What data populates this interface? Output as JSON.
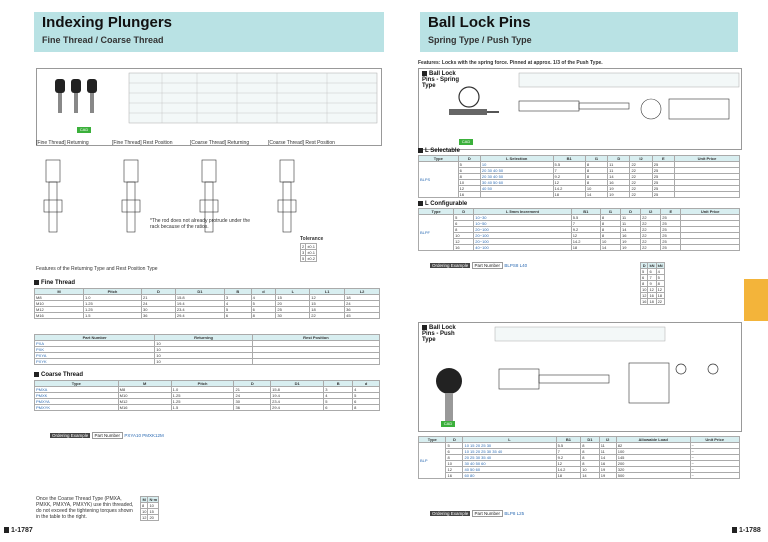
{
  "left_header": {
    "title": "Indexing Plungers",
    "subtitle": "Fine Thread / Coarse Thread"
  },
  "right_header": {
    "title": "Ball Lock Pins",
    "subtitle": "Spring Type / Push Type"
  },
  "features": "Features: Locks with the spring force. Pinned at approx. 1/3 of the Push Type.",
  "sections": {
    "fine_thread": "Fine Thread",
    "coarse_thread": "Coarse Thread",
    "selectable": "L Selectable",
    "configurable": "L Configurable",
    "spring_type": "Ball Lock Pins - Spring Type",
    "push_type": "Ball Lock Pins - Push Type"
  },
  "drawing_labels": [
    "[Fine Thread] Returning",
    "[Fine Thread] Rest Position",
    "[Coarse Thread] Returning",
    "[Coarse Thread] Rest Position"
  ],
  "notes": {
    "note1": "*The rod does not already protrude under the rack because of the ratios.",
    "note2": "Features of the Returning Type and Rest Position Type",
    "note3": "Once the Coarse Thread Type (PMXA, PMXK, PMXYA, PMXYK) use thin threaded, do not exceed the tightening torques shown in the table to the right.",
    "tolerance": "Tolerance"
  },
  "spring_selectable": {
    "part_type": "BLPS",
    "header": [
      "D",
      "L Selection",
      "B1",
      "l1",
      "D",
      "l2",
      "E",
      "Unit Price"
    ],
    "rows": [
      [
        "5",
        "10",
        "5.5",
        "8",
        "11",
        "22",
        "25"
      ],
      [
        "6",
        "20  30  40  50",
        "7",
        "8",
        "11",
        "22",
        "25"
      ],
      [
        "8",
        "20  30  40  50",
        "9.2",
        "8",
        "14",
        "22",
        "25"
      ],
      [
        "10",
        "30  40  50  60",
        "12",
        "8",
        "16",
        "22",
        "25"
      ],
      [
        "12",
        "40  50",
        "14.2",
        "10",
        "19",
        "22",
        "25"
      ],
      [
        "16",
        "",
        "18",
        "14",
        "19",
        "22",
        "25"
      ]
    ]
  },
  "spring_configurable": {
    "part_type": "BLPF",
    "header": [
      "D",
      "L 5mm Increment",
      "B1",
      "l1",
      "D",
      "l2",
      "E",
      "Unit Price"
    ],
    "rows": [
      [
        "5",
        "10~30",
        "5.5",
        "8",
        "11",
        "22",
        "25"
      ],
      [
        "6",
        "10~50",
        "7",
        "8",
        "11",
        "22",
        "25"
      ],
      [
        "8",
        "20~100",
        "9.2",
        "8",
        "14",
        "22",
        "25"
      ],
      [
        "10",
        "20~100",
        "12",
        "8",
        "16",
        "22",
        "25"
      ],
      [
        "12",
        "20~100",
        "14.2",
        "10",
        "19",
        "22",
        "25"
      ],
      [
        "16",
        "40~100",
        "18",
        "14",
        "19",
        "22",
        "25"
      ]
    ]
  },
  "push_type": {
    "part_type": "BLP",
    "header": [
      "D",
      "L",
      "B1",
      "D1",
      "l2",
      "Allowable Load",
      "Unit Price"
    ],
    "rows": [
      [
        "5",
        "10 15 20 25 30",
        "5.5",
        "8",
        "11",
        "82",
        "~"
      ],
      [
        "6",
        "10 15 20 25 30 35 40",
        "7",
        "8",
        "11",
        "100",
        "~"
      ],
      [
        "8",
        "20 25 30 35 40",
        "9.2",
        "8",
        "14",
        "145",
        "~"
      ],
      [
        "10",
        "30 40 50 60",
        "12",
        "8",
        "16",
        "200",
        "~"
      ],
      [
        "12",
        "40 50 60",
        "14.2",
        "10",
        "19",
        "320",
        "~"
      ],
      [
        "16",
        "60 80",
        "18",
        "14",
        "19",
        "500",
        "~"
      ]
    ]
  },
  "fine_thread_rows": [
    [
      "M8",
      "1.0",
      "21",
      "15.8",
      "3",
      "4",
      "15",
      "12",
      "18"
    ],
    [
      "M10",
      "1.25",
      "24",
      "19.4",
      "4",
      "5",
      "20",
      "15",
      "24"
    ],
    [
      "M12",
      "1.25",
      "30",
      "23.4",
      "5",
      "6",
      "25",
      "18",
      "36"
    ],
    [
      "M16",
      "1.5",
      "36",
      "29.4",
      "6",
      "8",
      "30",
      "22",
      "45"
    ]
  ],
  "coarse_thread_rows": [
    [
      "PMXA",
      "M8",
      "1.0",
      "21",
      "15.8",
      "3",
      "4"
    ],
    [
      "PMXK",
      "M10",
      "1.25",
      "24",
      "19.4",
      "4",
      "5"
    ],
    [
      "PMXYA",
      "M12",
      "1.25",
      "30",
      "23.4",
      "5",
      "6"
    ],
    [
      "PMXYK",
      "M16",
      "1.5",
      "36",
      "29.4",
      "6",
      "8"
    ]
  ],
  "part_number_table": {
    "header": [
      "Part Number",
      "Returning",
      "Rest Position"
    ],
    "rows": [
      [
        "PXA",
        "10"
      ],
      [
        "PXK",
        "10"
      ],
      [
        "PXYA",
        "10"
      ],
      [
        "PXYK",
        "10"
      ]
    ]
  },
  "ordering": {
    "left": {
      "label": "Ordering Example",
      "part": "Part Number",
      "values": "PXYA10  PMXK12M"
    },
    "right1": {
      "label": "Ordering Example",
      "part": "Part Number",
      "values": "BLPS8   L40"
    },
    "right2": {
      "label": "Ordering Example",
      "part": "Part Number",
      "values": "BLP8    L25"
    }
  },
  "page_numbers": {
    "left": "1-1787",
    "right": "1-1788"
  },
  "colors": {
    "header_bg": "#b9e2e4",
    "tab": "#f3b43a",
    "accent": "#2c6bb3"
  }
}
